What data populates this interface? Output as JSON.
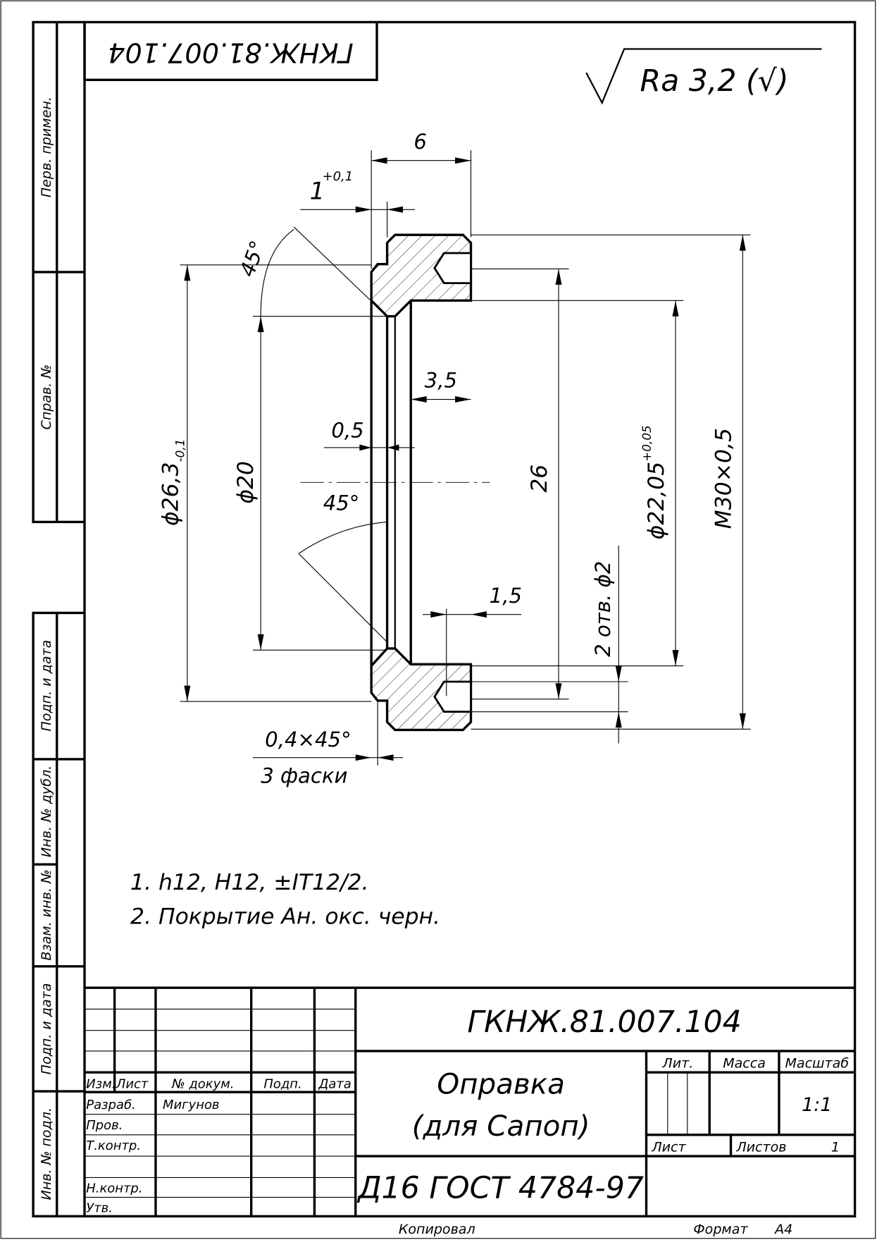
{
  "sheet": {
    "top_code_rotated": "ГКНЖ.81.007.104",
    "roughness": "Ra 3,2 (√)",
    "left_strip": {
      "perv_primen": "Перв. примен.",
      "sprav_no": "Справ. №",
      "podp_data_1": "Подп. и дата",
      "inv_dubl": "Инв. № дубл.",
      "vzam_inv": "Взам. инв. №",
      "podp_data_2": "Подп. и дата",
      "inv_podl": "Инв. № подл."
    }
  },
  "dimensions": {
    "width_total": "6",
    "groove_width": "1",
    "groove_tol": "+0,1",
    "angle_top": "45°",
    "dia_outer_left": "ϕ26,3",
    "dia_outer_left_tol": "-0,1",
    "dia_20": "ϕ20",
    "bore_depth": "3,5",
    "groove_depth": "0,5",
    "angle_mid": "45°",
    "hole_spacing": "26",
    "dia_bore": "ϕ22,05",
    "dia_bore_tol": "+0,05",
    "thread": "M30×0,5",
    "holes": "2 отв. ϕ2",
    "hole_depth": "1,5",
    "chamfer": "0,4×45°",
    "chamfer_count": "3 фаски"
  },
  "notes": [
    "1. h12, H12, ±IT12/2.",
    "2. Покрытие Ан. окс. черн."
  ],
  "title_block": {
    "designation": "ГКНЖ.81.007.104",
    "name_line1": "Оправка",
    "name_line2": "(для Сапоп)",
    "material": "Д16 ГОСТ 4784-97",
    "headers": {
      "izm": "Изм.",
      "list": "Лист",
      "no_dokum": "№ докум.",
      "podp": "Подп.",
      "data": "Дата"
    },
    "roles": {
      "razrab": "Разраб.",
      "prov": "Пров.",
      "tkontr": "Т.контр.",
      "nkontr": "Н.контр.",
      "utv": "Утв."
    },
    "developer": "Мигунов",
    "lit_label": "Лит.",
    "massa_label": "Масса",
    "masshtab_label": "Масштаб",
    "scale": "1:1",
    "sheet_label": "Лист",
    "sheets_label": "Листов",
    "sheets_count": "1",
    "copied": "Копировал",
    "format_label": "Формат",
    "format": "А4"
  }
}
